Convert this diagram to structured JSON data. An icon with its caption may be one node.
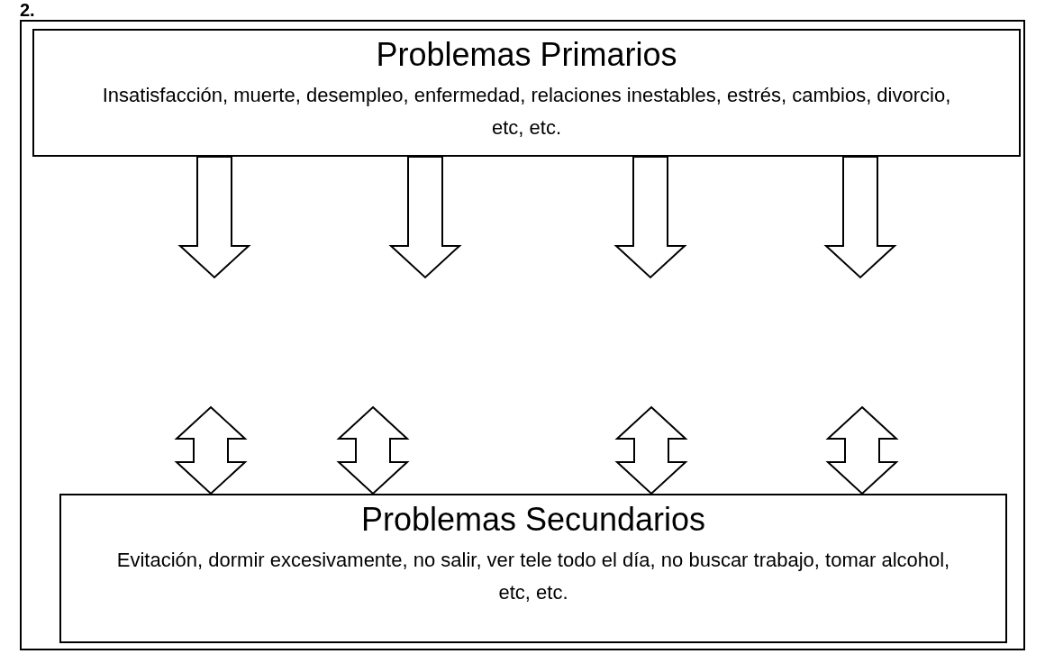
{
  "diagram": {
    "nodes": [
      {
        "text": [
          "Problemas Primarios",
          "Insatisfacción, muerte, desempleo, enfermedad, relaciones inestables, estrés, cambios, divorcio, etc, etc."
        ]
      },
      {
        "text": [
          "Problemas Secundarios",
          "Evitación, dormir excesivamente, no salir, ver tele todo el día, no buscar trabajo, tomar alcohol, etc, etc."
        ]
      }
    ],
    "edges": [
      {
        "from": 0,
        "to": null,
        "arrow": "to"
      },
      {
        "from": 0,
        "to": null,
        "arrow": "to"
      },
      {
        "from": 0,
        "to": null,
        "arrow": "to"
      },
      {
        "from": 0,
        "to": null,
        "arrow": "to"
      },
      {
        "from": null,
        "to": 1,
        "arrow": "both"
      },
      {
        "from": null,
        "to": 1,
        "arrow": "both"
      },
      {
        "from": null,
        "to": 1,
        "arrow": "both"
      },
      {
        "from": null,
        "to": 1,
        "arrow": "both"
      }
    ],
    "labels": [
      "2."
    ]
  }
}
